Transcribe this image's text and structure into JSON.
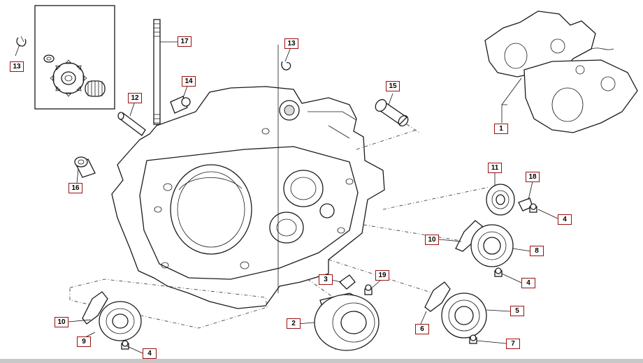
{
  "diagram": {
    "colors": {
      "callout_border": "#9a1010",
      "line": "#1a1a1a",
      "bottom_bar": "#c8c8c8"
    },
    "callouts": [
      {
        "id": "c13a",
        "label": "13"
      },
      {
        "id": "c17",
        "label": "17"
      },
      {
        "id": "c13b",
        "label": "13"
      },
      {
        "id": "c14",
        "label": "14"
      },
      {
        "id": "c12",
        "label": "12"
      },
      {
        "id": "c15",
        "label": "15"
      },
      {
        "id": "c1",
        "label": "1"
      },
      {
        "id": "c16",
        "label": "16"
      },
      {
        "id": "c11",
        "label": "11"
      },
      {
        "id": "c18",
        "label": "18"
      },
      {
        "id": "c4a",
        "label": "4"
      },
      {
        "id": "c10a",
        "label": "10"
      },
      {
        "id": "c8",
        "label": "8"
      },
      {
        "id": "c4b",
        "label": "4"
      },
      {
        "id": "c3",
        "label": "3"
      },
      {
        "id": "c19",
        "label": "19"
      },
      {
        "id": "c5",
        "label": "5"
      },
      {
        "id": "c2",
        "label": "2"
      },
      {
        "id": "c6",
        "label": "6"
      },
      {
        "id": "c10b",
        "label": "10"
      },
      {
        "id": "c9",
        "label": "9"
      },
      {
        "id": "c7",
        "label": "7"
      },
      {
        "id": "c4c",
        "label": "4"
      }
    ]
  }
}
